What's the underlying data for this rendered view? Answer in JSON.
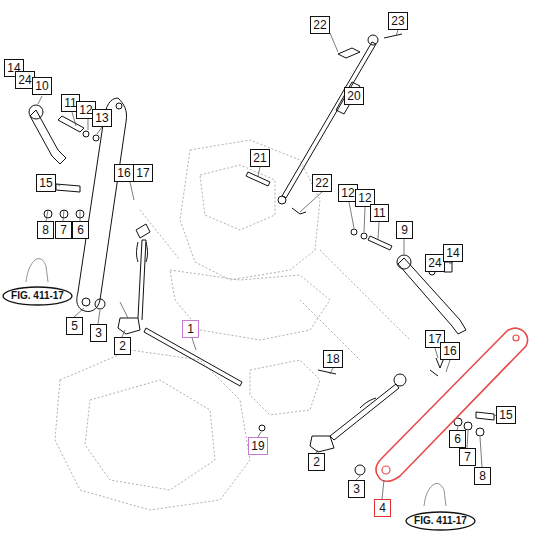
{
  "diagram": {
    "nodes": [
      {
        "text": [
          "14"
        ]
      },
      {
        "text": [
          "24"
        ]
      },
      {
        "text": [
          "10"
        ]
      },
      {
        "text": [
          "11"
        ]
      },
      {
        "text": [
          "12"
        ]
      },
      {
        "text": [
          "13"
        ]
      },
      {
        "text": [
          "15"
        ]
      },
      {
        "text": [
          "16"
        ]
      },
      {
        "text": [
          "17"
        ]
      },
      {
        "text": [
          "8"
        ]
      },
      {
        "text": [
          "7"
        ]
      },
      {
        "text": [
          "6"
        ]
      },
      {
        "text": [
          "FIG. 411-17"
        ]
      },
      {
        "text": [
          "5"
        ]
      },
      {
        "text": [
          "3"
        ]
      },
      {
        "text": [
          "2"
        ]
      },
      {
        "text": [
          "22"
        ]
      },
      {
        "text": [
          "23"
        ]
      },
      {
        "text": [
          "20"
        ]
      },
      {
        "text": [
          "21"
        ]
      },
      {
        "text": [
          "22"
        ]
      },
      {
        "text": [
          "1"
        ]
      },
      {
        "text": [
          "18"
        ]
      },
      {
        "text": [
          "19"
        ]
      },
      {
        "text": [
          "2"
        ]
      },
      {
        "text": [
          "3"
        ]
      },
      {
        "text": [
          "4"
        ]
      },
      {
        "text": [
          "12"
        ]
      },
      {
        "text": [
          "12"
        ]
      },
      {
        "text": [
          "11"
        ]
      },
      {
        "text": [
          "9"
        ]
      },
      {
        "text": [
          "24"
        ]
      },
      {
        "text": [
          "14"
        ]
      },
      {
        "text": [
          "17"
        ]
      },
      {
        "text": [
          "16"
        ]
      },
      {
        "text": [
          "15"
        ]
      },
      {
        "text": [
          "6"
        ]
      },
      {
        "text": [
          "7"
        ]
      },
      {
        "text": [
          "8"
        ]
      },
      {
        "text": [
          "FIG. 411-17"
        ]
      }
    ]
  }
}
